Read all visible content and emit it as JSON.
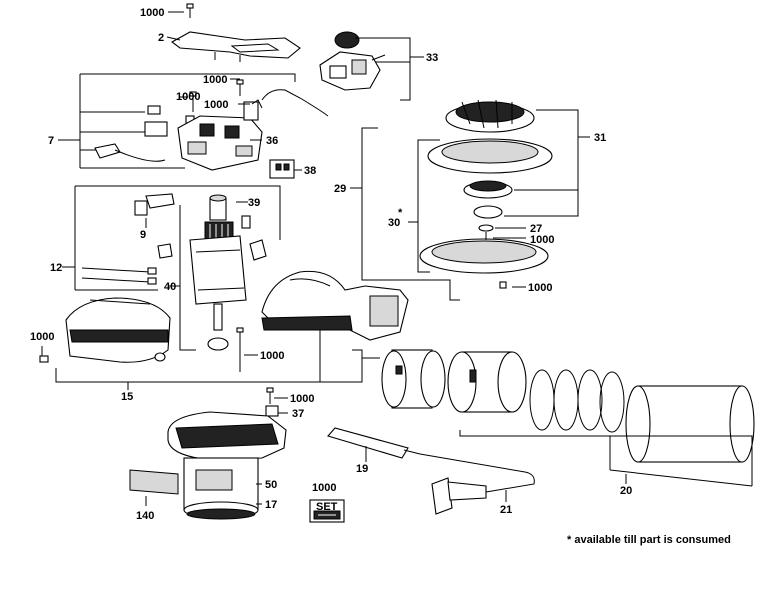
{
  "callouts": {
    "c1000_top": "1000",
    "c2": "2",
    "c33": "33",
    "c1000_brush": "1000",
    "c1000_screw": "1000",
    "c1000_spring": "1000",
    "c7": "7",
    "c36": "36",
    "c38": "38",
    "c31": "31",
    "c29": "29",
    "c30": "30",
    "c30_star": "*",
    "c27": "27",
    "c1000_pad": "1000",
    "c1000_base": "1000",
    "c39": "39",
    "c9": "9",
    "c12": "12",
    "c40": "40",
    "c1000_left": "1000",
    "c1000_rod": "1000",
    "c15": "15",
    "c1000_fan": "1000",
    "c37": "37",
    "c19": "19",
    "c50": "50",
    "c17": "17",
    "c140": "140",
    "c21": "21",
    "c20": "20",
    "set_number": "1000",
    "set_text": "SET"
  },
  "footnote": "* available till part is consumed"
}
